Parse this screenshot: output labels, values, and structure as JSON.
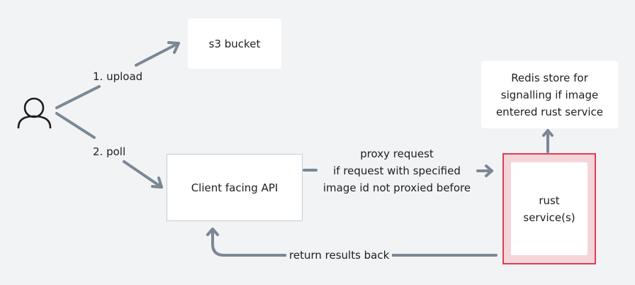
{
  "nodes": {
    "s3": "s3 bucket",
    "redis": "Redis store for\nsignalling if image\nentered rust service",
    "api": "Client facing API",
    "rust": "rust\nservice(s)"
  },
  "edges": {
    "upload": "1. upload",
    "poll": "2. poll",
    "proxy": "proxy request\nif request with specified\nimage id not proxied before",
    "return": "return results back"
  },
  "colors": {
    "arrow": "#7b8794",
    "rust_border": "#e03c55",
    "rust_fill": "#f4d6da",
    "background": "#f1f3f5"
  },
  "icons": {
    "user": "user-icon"
  }
}
